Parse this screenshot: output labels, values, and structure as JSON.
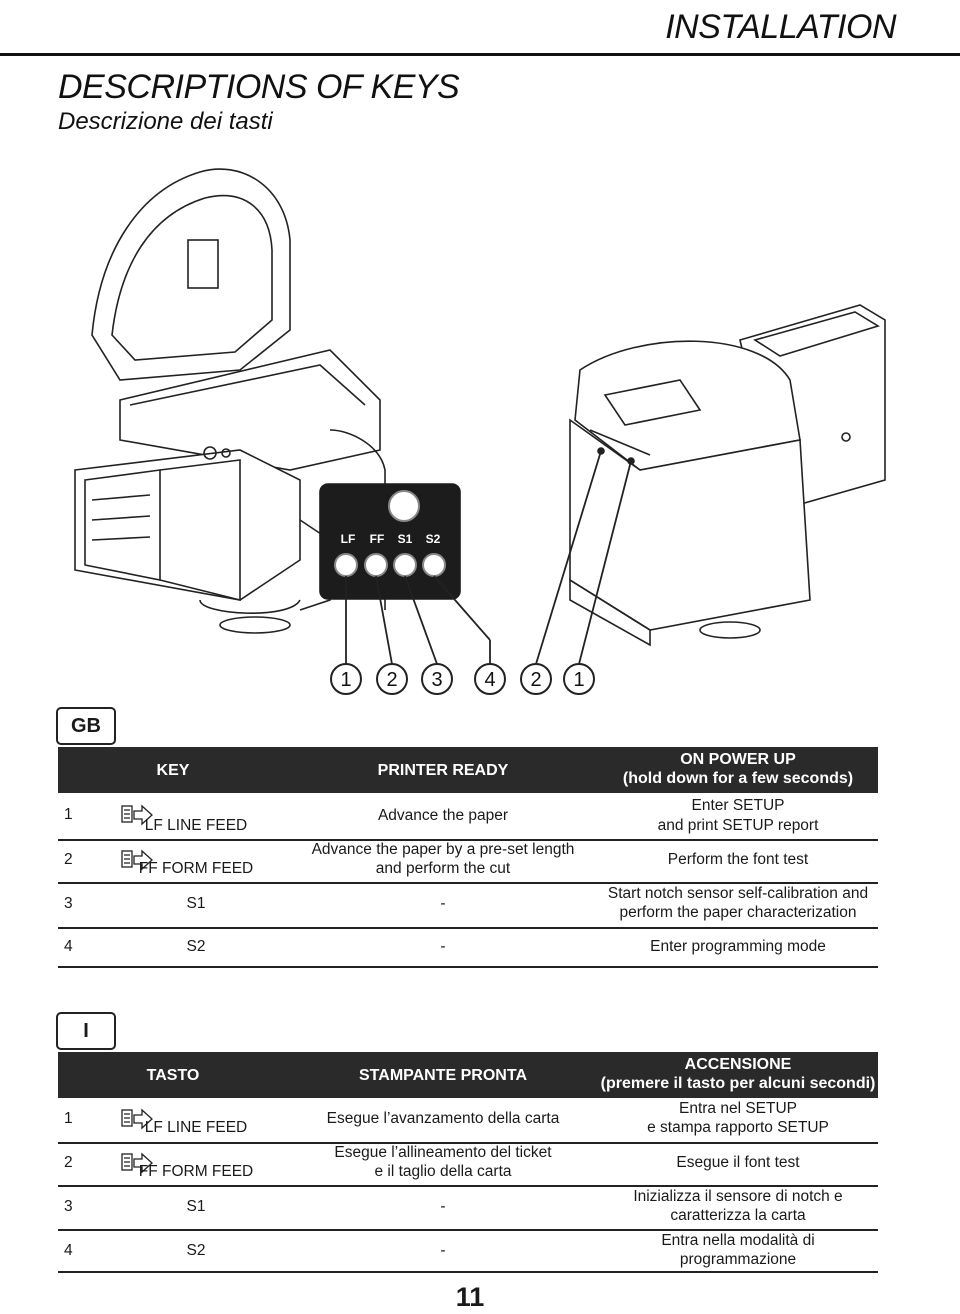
{
  "header": {
    "section_title": "INSTALLATION"
  },
  "title": {
    "main": "DESCRIPTIONS OF KEYS",
    "sub": "Descrizione dei tasti"
  },
  "panel": {
    "keys": [
      "LF",
      "FF",
      "S1",
      "S2"
    ],
    "callouts": [
      "1",
      "2",
      "3",
      "4",
      "2",
      "1"
    ]
  },
  "gb": {
    "badge": "GB",
    "headers": {
      "key": "KEY",
      "ready": "PRINTER READY",
      "power_line1": "ON POWER UP",
      "power_line2": "(hold down for a few seconds)"
    },
    "rows": [
      {
        "num": "1",
        "key": "LF LINE FEED",
        "ready1": "Advance the paper",
        "ready2": "",
        "power1": "Enter SETUP",
        "power2": "and print SETUP report"
      },
      {
        "num": "2",
        "key": "FF FORM FEED",
        "ready1": "Advance the paper by a pre-set length",
        "ready2": "and perform the cut",
        "power1": "Perform the font test",
        "power2": ""
      },
      {
        "num": "3",
        "key": "S1",
        "ready1": "-",
        "ready2": "",
        "power1": "Start notch sensor self-calibration and",
        "power2": "perform the paper characterization"
      },
      {
        "num": "4",
        "key": "S2",
        "ready1": "-",
        "ready2": "",
        "power1": "Enter programming mode",
        "power2": ""
      }
    ]
  },
  "it": {
    "badge": "I",
    "headers": {
      "key": "TASTO",
      "ready": "STAMPANTE PRONTA",
      "power_line1": "ACCENSIONE",
      "power_line2": "(premere il tasto per alcuni secondi)"
    },
    "rows": [
      {
        "num": "1",
        "key": "LF LINE FEED",
        "ready1": "Esegue l’avanzamento della carta",
        "ready2": "",
        "power1": "Entra nel SETUP",
        "power2": "e stampa rapporto SETUP"
      },
      {
        "num": "2",
        "key": "FF FORM FEED",
        "ready1": "Esegue l’allineamento del ticket",
        "ready2": "e il taglio della carta",
        "power1": "Esegue il font test",
        "power2": ""
      },
      {
        "num": "3",
        "key": "S1",
        "ready1": "-",
        "ready2": "",
        "power1": "Inizializza il sensore di notch e",
        "power2": "caratterizza la carta"
      },
      {
        "num": "4",
        "key": "S2",
        "ready1": "-",
        "ready2": "",
        "power1": "Entra nella modalità di",
        "power2": "programmazione"
      }
    ]
  },
  "footer": {
    "page_number": "11"
  },
  "colors": {
    "header_bg": "#2a2a2a",
    "panel_bg": "#1c1c1c",
    "ink": "#1a1a1a"
  }
}
